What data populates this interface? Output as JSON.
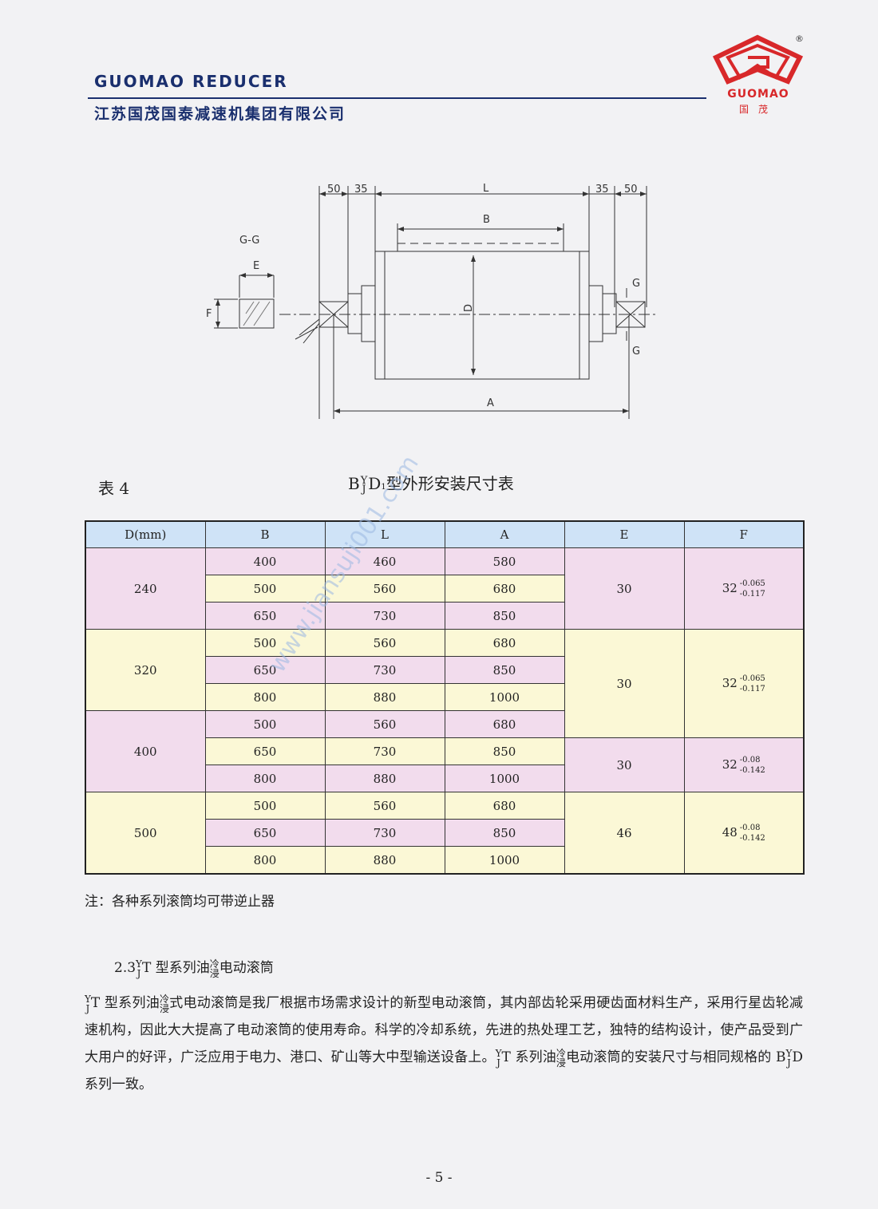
{
  "header": {
    "brand": "GUOMAO REDUCER",
    "company": "江苏国茂国泰减速机集团有限公司",
    "logo_text": "GUOMAO",
    "logo_cn": "国茂",
    "logo_reg": "®"
  },
  "drawing": {
    "labels": {
      "d50a": "50",
      "d35a": "35",
      "L": "L",
      "d35b": "35",
      "d50b": "50",
      "B": "B",
      "D": "D",
      "A": "A",
      "GG": "G-G",
      "E": "E",
      "F": "F",
      "G1": "G",
      "G2": "G"
    }
  },
  "table": {
    "label": "表 4",
    "title_pre": "B",
    "title_sup": "Y",
    "title_sub": "J",
    "title_mid": "D",
    "title_small": "1",
    "title_post": "型外形安装尺寸表",
    "headers": [
      "D(mm)",
      "B",
      "L",
      "A",
      "E",
      "F"
    ],
    "groups": [
      {
        "D": "240",
        "rows": [
          [
            "400",
            "460",
            "580"
          ],
          [
            "500",
            "560",
            "680"
          ],
          [
            "650",
            "730",
            "850"
          ]
        ]
      },
      {
        "D": "320",
        "rows": [
          [
            "500",
            "560",
            "680"
          ],
          [
            "650",
            "730",
            "850"
          ],
          [
            "800",
            "880",
            "1000"
          ]
        ]
      },
      {
        "D": "400",
        "rows": [
          [
            "500",
            "560",
            "680"
          ],
          [
            "650",
            "730",
            "850"
          ],
          [
            "800",
            "880",
            "1000"
          ]
        ]
      },
      {
        "D": "500",
        "rows": [
          [
            "500",
            "560",
            "680"
          ],
          [
            "650",
            "730",
            "850"
          ],
          [
            "800",
            "880",
            "1000"
          ]
        ]
      }
    ],
    "E": [
      "30",
      "30",
      "30",
      "46"
    ],
    "F": [
      {
        "base": "32",
        "up": "-0.065",
        "low": "-0.117"
      },
      {
        "base": "32",
        "up": "-0.065",
        "low": "-0.117"
      },
      {
        "base": "32",
        "up": "-0.08",
        "low": "-0.142"
      },
      {
        "base": "48",
        "up": "-0.08",
        "low": "-0.142"
      }
    ]
  },
  "note": "注：各种系列滚筒均可带逆止器",
  "section": {
    "num": "2.3",
    "sup": "Y",
    "sub": "J",
    "t1": "T 型系列油",
    "s_up": "冷",
    "s_low": "浸",
    "t2": "电动滚筒"
  },
  "para": {
    "p1": "T 型系列油",
    "p2": "式电动滚筒是我厂根据市场需求设计的新型电动滚筒，其内部齿轮采用硬齿面材料生产，采用行星齿轮减速机构，因此大大提高了电动滚筒的使用寿命。科学的冷却系统，先进的热处理工艺，独特的结构设计，使产品受到广大用户的好评，广泛应用于电力、港口、矿山等大中型输送设备上。",
    "p3": "T 系列油",
    "p4": "电动滚筒的安装尺寸与相同规格的 B",
    "p5": "D 系列一致。"
  },
  "page_num": "- 5 -",
  "watermark": "www.jiansuji001.com"
}
